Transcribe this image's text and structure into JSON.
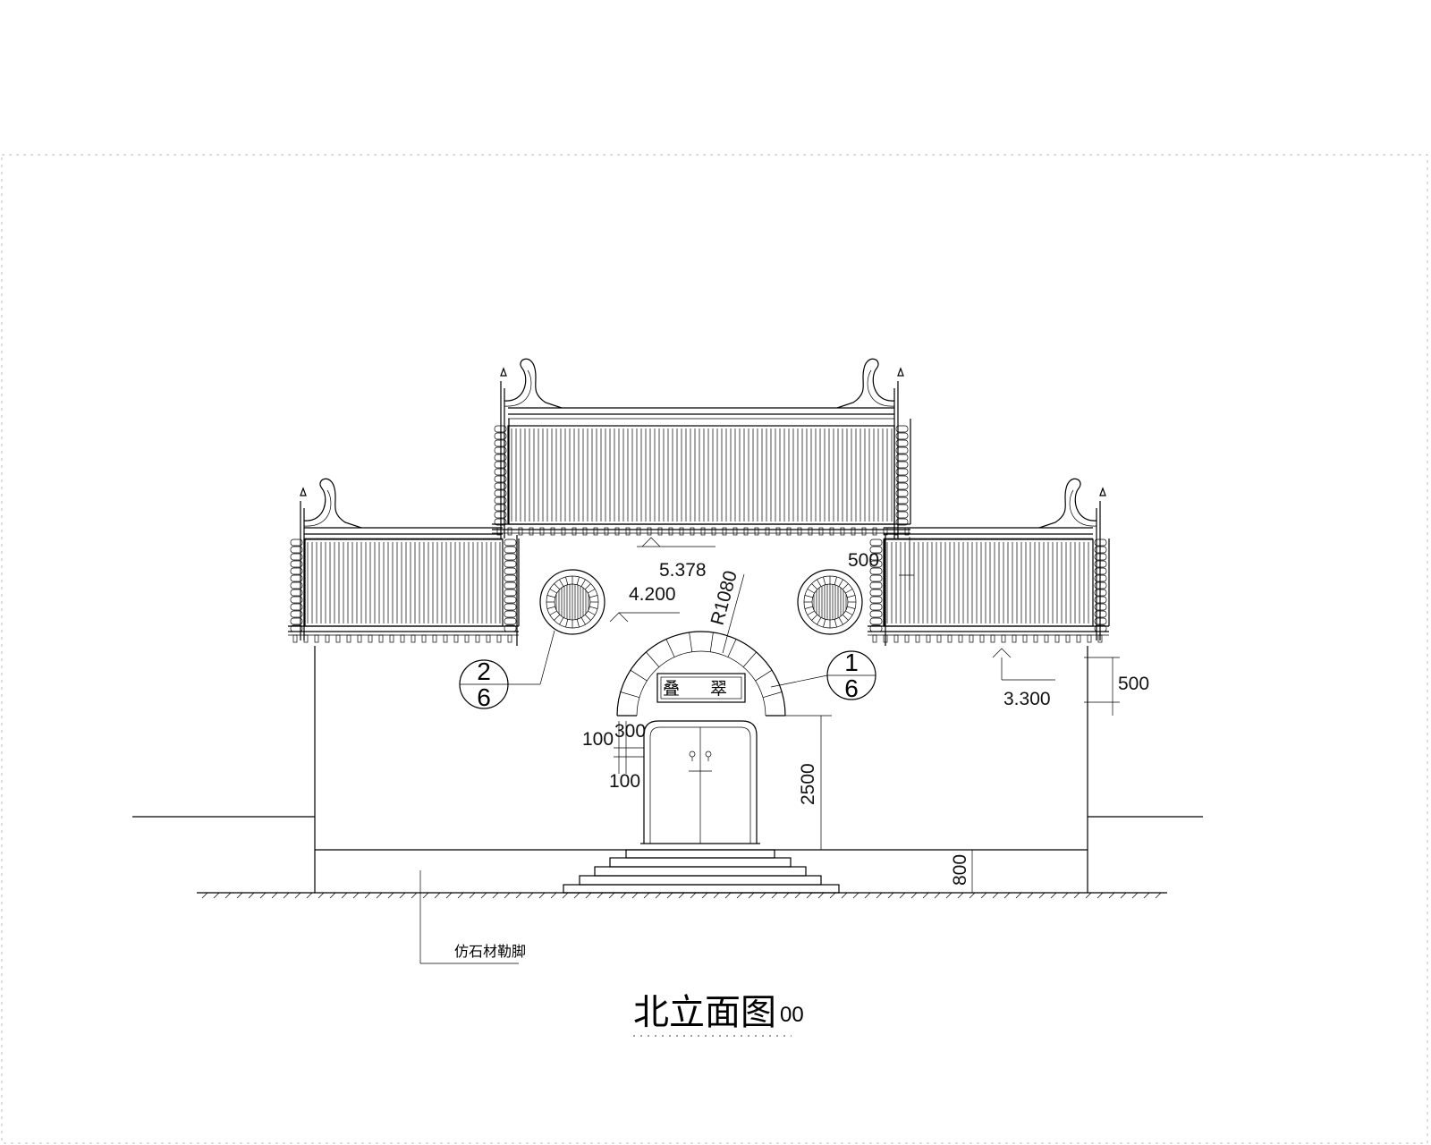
{
  "title": {
    "main": "北立面图",
    "suffix": "00"
  },
  "signboard": "叠 翠",
  "note": "仿石材勒脚",
  "elevations": {
    "upper_eave": "5.378",
    "window_center": "4.200",
    "lower_eave": "3.300"
  },
  "dimensions": {
    "arch_radius": "R1080",
    "upper_roof_offset": "500",
    "lower_roof_offset": "500",
    "door_height": "2500",
    "plinth_height": "800",
    "frame_top": "300",
    "frame_a": "100",
    "frame_b": "100"
  },
  "detail_refs": [
    {
      "top": "2",
      "bottom": "6"
    },
    {
      "top": "1",
      "bottom": "6"
    }
  ]
}
